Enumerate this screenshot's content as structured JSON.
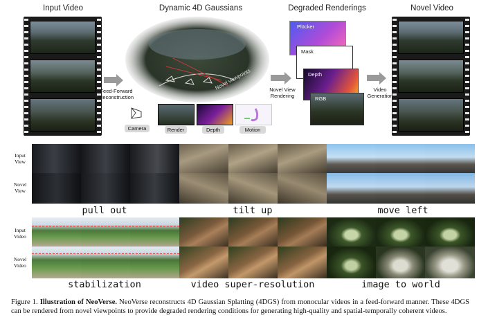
{
  "headers": {
    "input_video": "Input Video",
    "dynamic_gaussians": "Dynamic 4D Gaussians",
    "degraded": "Degraded Renderings",
    "novel_video": "Novel Video"
  },
  "pipeline": {
    "feed_forward": [
      "Feed-Forward",
      "Reconstruction"
    ],
    "novel_view_rendering": [
      "Novel View",
      "Rendering"
    ],
    "video_generation": [
      "Video",
      "Generation"
    ],
    "novel_viewpoints": "Novel viewpoints",
    "chips": {
      "camera": "Camera",
      "render": "Render",
      "depth": "Depth",
      "motion": "Motion"
    },
    "cards": {
      "plucker": "Plücker",
      "mask": "Mask",
      "depth": "Depth",
      "rgb": "RGB"
    }
  },
  "grid": {
    "row_labels_top": [
      [
        "Input",
        "View"
      ],
      [
        "Novel",
        "View"
      ]
    ],
    "row_labels_bottom": [
      [
        "Input",
        "Video"
      ],
      [
        "Novel",
        "Video"
      ]
    ],
    "captions_top": [
      "pull out",
      "tilt up",
      "move left"
    ],
    "captions_bottom": [
      "stabilization",
      "video super-resolution",
      "image to world"
    ]
  },
  "figure": {
    "label": "Figure 1.",
    "title": "Illustration of NeoVerse.",
    "text": "NeoVerse reconstructs 4D Gaussian Splatting (4DGS) from monocular videos in a feed-forward manner. These 4DGS can be rendered from novel viewpoints to provide degraded rendering conditions for generating high-quality and spatial-temporally coherent videos."
  },
  "colors": {
    "arrow": "#9a9a9a",
    "chip": "#d9d9d9"
  }
}
